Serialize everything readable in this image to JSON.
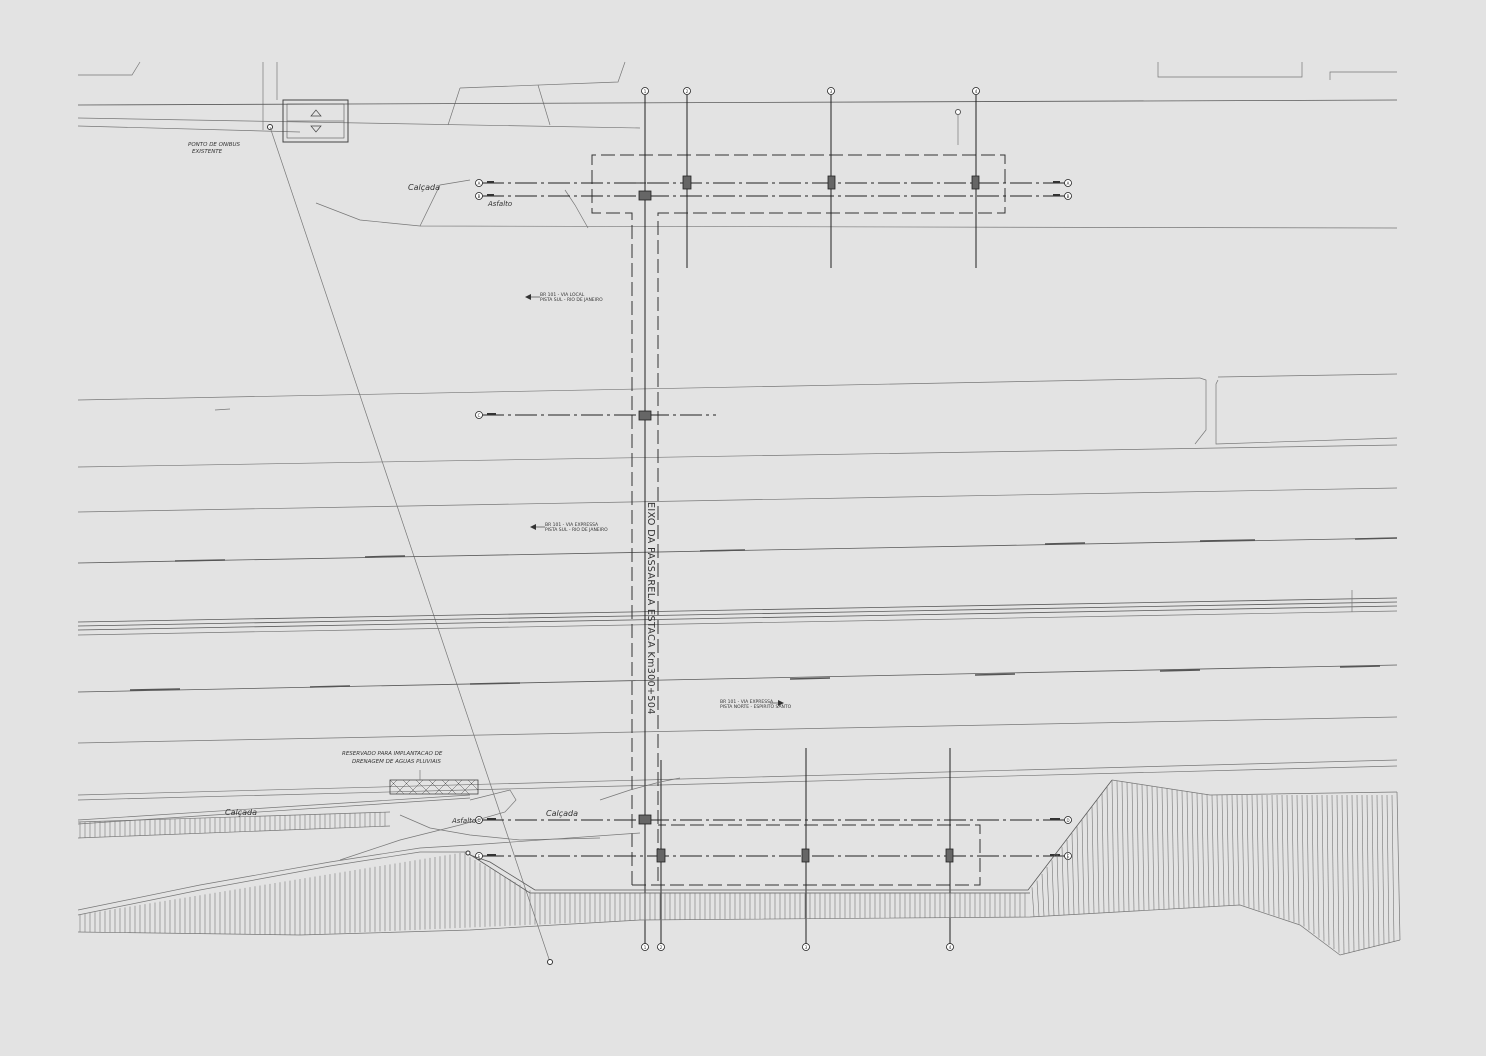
{
  "drawing": {
    "axis_label": "EIXO DA PASSARELA ESTACA Km300+504",
    "road_labels": [
      {
        "id": "north",
        "line1": "BR 101 - VIA LOCAL",
        "line2": "PISTA SUL - RIO DE JANEIRO"
      },
      {
        "id": "mid",
        "line1": "BR 101 - VIA EXPRESSA",
        "line2": "PISTA SUL - RIO DE JANEIRO"
      },
      {
        "id": "south",
        "line1": "BR 101 - VIA EXPRESSA",
        "line2": "PISTA NORTE - ESPIRITO SANTO"
      }
    ],
    "site_labels": {
      "calcada_top": "Calçada",
      "asfalto_top": "Asfalto",
      "calcada_bottom_left": "Calçada",
      "calcada_bottom_right": "Calçada",
      "asfalto_bottom": "Asfalto",
      "note_top_left_1": "PONTO DE ONIBUS",
      "note_top_left_2": "EXISTENTE",
      "note_bottom_1": "RESERVADO PARA IMPLANTACAO DE",
      "note_bottom_2": "DRENAGEM DE AGUAS PLUVIAIS"
    },
    "grid_bubbles": {
      "top": [
        "1",
        "2",
        "3",
        "4"
      ],
      "bottom": [
        "1",
        "2",
        "3",
        "4"
      ],
      "left": [
        "A",
        "B",
        "C",
        "D",
        "E"
      ],
      "right": [
        "A",
        "B",
        "D",
        "E"
      ]
    },
    "colors": {
      "background": "#e3e3e3",
      "lines": "#5a5a5a",
      "pillars": "#666666"
    }
  }
}
